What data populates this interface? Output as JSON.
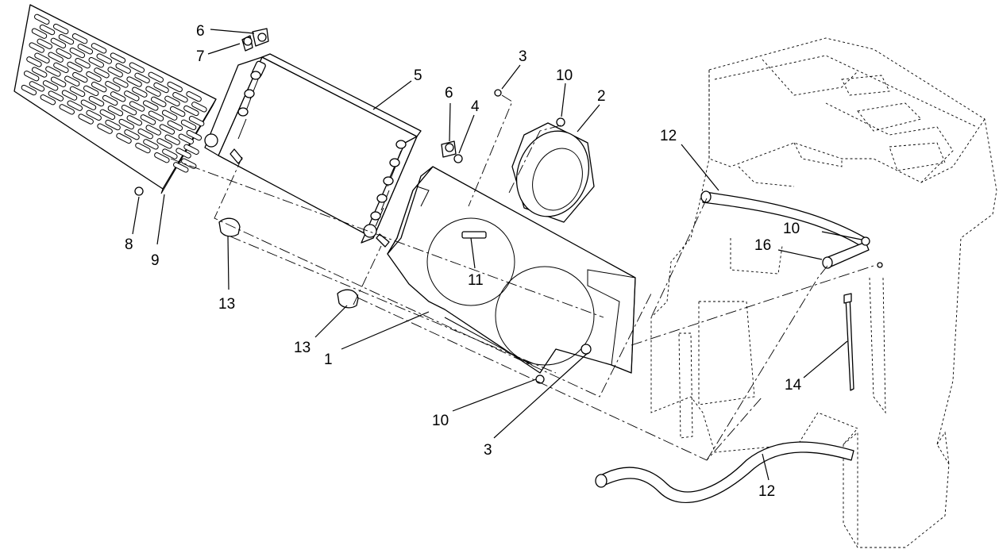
{
  "callouts": [
    {
      "id": "c6a",
      "text": "6"
    },
    {
      "id": "c7",
      "text": "7"
    },
    {
      "id": "c5",
      "text": "5"
    },
    {
      "id": "c3a",
      "text": "3"
    },
    {
      "id": "c10a",
      "text": "10"
    },
    {
      "id": "c2",
      "text": "2"
    },
    {
      "id": "c6b",
      "text": "6"
    },
    {
      "id": "c4",
      "text": "4"
    },
    {
      "id": "c12a",
      "text": "12"
    },
    {
      "id": "c10b",
      "text": "10"
    },
    {
      "id": "c16",
      "text": "16"
    },
    {
      "id": "c8",
      "text": "8"
    },
    {
      "id": "c9",
      "text": "9"
    },
    {
      "id": "c11",
      "text": "11"
    },
    {
      "id": "c13a",
      "text": "13"
    },
    {
      "id": "c13b",
      "text": "13"
    },
    {
      "id": "c1",
      "text": "1"
    },
    {
      "id": "c14",
      "text": "14"
    },
    {
      "id": "c10c",
      "text": "10"
    },
    {
      "id": "c3b",
      "text": "3"
    },
    {
      "id": "c12b",
      "text": "12"
    }
  ]
}
